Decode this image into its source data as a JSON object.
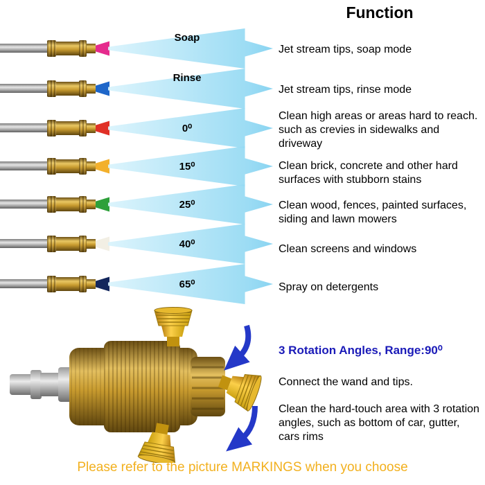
{
  "title": "Function",
  "nozzles": [
    {
      "label": "Soap",
      "color": "#e52b8d",
      "description": "Jet stream tips, soap mode"
    },
    {
      "label": "Rinse",
      "color": "#1e66c9",
      "description": "Jet stream tips, rinse mode"
    },
    {
      "label": "0⁰",
      "color": "#e03026",
      "description": "Clean high areas or areas hard to reach. such as crevies in sidewalks and driveway"
    },
    {
      "label": "15⁰",
      "color": "#f3b02c",
      "description": "Clean brick, concrete and other hard surfaces with stubborn stains"
    },
    {
      "label": "25⁰",
      "color": "#2da03a",
      "description": "Clean wood, fences, painted surfaces, siding and lawn mowers"
    },
    {
      "label": "40⁰",
      "color": "#f2efe4",
      "description": "Clean screens and windows"
    },
    {
      "label": "65⁰",
      "color": "#13265c",
      "description": "Spray on detergents"
    }
  ],
  "rotation_section": {
    "heading": "3 Rotation Angles, Range:90⁰",
    "heading_color": "#1a1ab8",
    "line1": "Connect the wand and tips.",
    "line2": "Clean the hard-touch area with 3 rotation angles, such as bottom of car, gutter, cars rims"
  },
  "footer": {
    "text": "Please refer to the picture MARKINGS when you choose",
    "color": "#f2b01e"
  },
  "colors": {
    "spray_fan": "#93d9f3",
    "brass": "#c79a2e",
    "arrow_blue": "#2438c8",
    "nozzle_yellow": "#fcd04a"
  }
}
